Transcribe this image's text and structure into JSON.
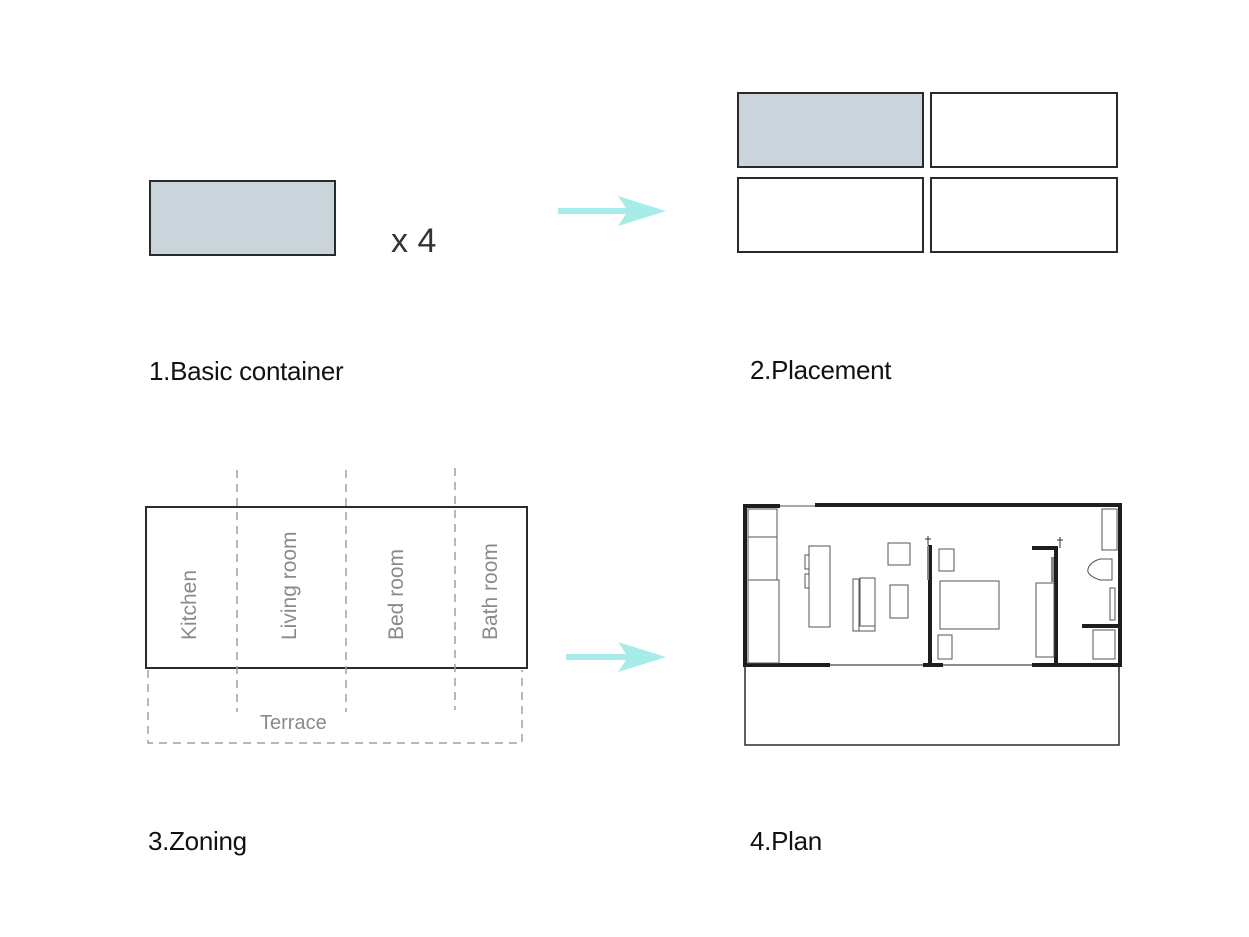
{
  "colors": {
    "container_fill": "#c9d5db",
    "outline": "#2b2b2b",
    "arrow": "#a6ece9",
    "dashed": "#a0a0a0",
    "zone_text": "#8a8a8a"
  },
  "steps": [
    {
      "id": 1,
      "caption": "1.Basic container",
      "multiplier": "x 4"
    },
    {
      "id": 2,
      "caption": "2.Placement"
    },
    {
      "id": 3,
      "caption": "3.Zoning",
      "zones": [
        "Kitchen",
        "Living room",
        "Bed room",
        "Bath room"
      ],
      "terrace": "Terrace"
    },
    {
      "id": 4,
      "caption": "4.Plan"
    }
  ]
}
